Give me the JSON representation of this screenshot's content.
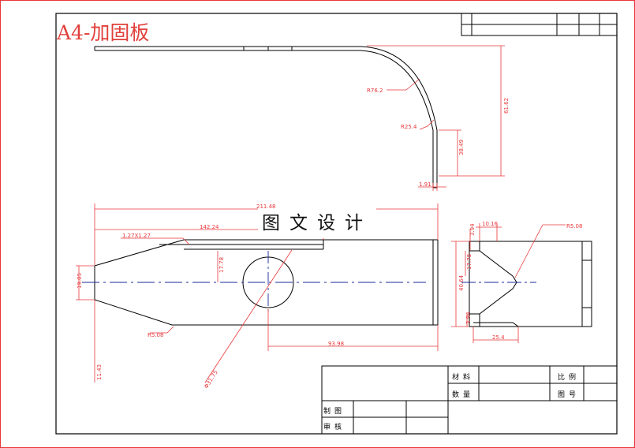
{
  "title": "A4-加固板",
  "watermark": "图文设计",
  "colors": {
    "dimension": "#e8373a",
    "centerline": "#1a2a9a",
    "outline": "#000000"
  },
  "dimensions": {
    "r_outer": "R76.2",
    "r_inner": "R25.4",
    "height_total": "61.62",
    "height_lower": "38.49",
    "thickness": "1.91",
    "length_total": "211.48",
    "length_partial": "142.24",
    "chamfer": "1.27X1.27",
    "height_slot": "17.78",
    "width_end": "19.05",
    "r_tip_left": "R5.08",
    "offset_bottom": "11.43",
    "hole_offset": "93.98",
    "hole_diameter": "Φ31.75",
    "side_top": "3.94",
    "side_small": "10.16",
    "side_radius": "R5.08",
    "side_slot": "17.78",
    "side_height": "40.64",
    "side_bottom": "3.94",
    "side_width": "25.4"
  },
  "title_block": {
    "material_label": "材料",
    "scale_label": "比例",
    "quantity_label": "数量",
    "drawing_no_label": "图号",
    "drawn_label": "制图",
    "checked_label": "审核"
  }
}
